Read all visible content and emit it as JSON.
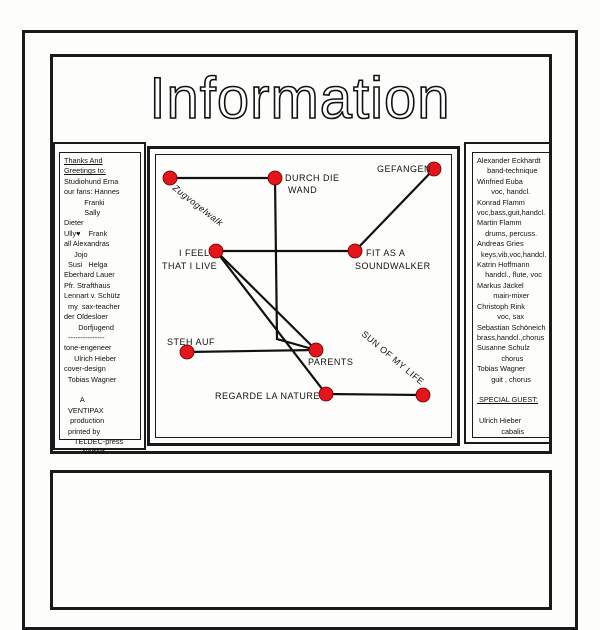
{
  "title": "Information",
  "left_panel": {
    "lines": [
      "Thanks And",
      "Greetings to:",
      "Studiohund Erna",
      "our fans: Hannes",
      "          Franki",
      "          Sally",
      "Dieter",
      "Ully♥    Frank",
      "all Alexandras",
      "     Jojo",
      "  Susi   Helga",
      "Eberhard Lauer",
      "Pfr. Strafthaus",
      "Lennart v. Schütz",
      "  my  sax-teacher",
      "der Oldesloer",
      "       Dorfjugend",
      "  ---------------",
      "tone-engeneer",
      "     Ulrich Hieber",
      "cover-design",
      "  Tobias Wagner",
      "",
      "        A",
      "  VENTIPAX",
      "   production",
      "  printed by",
      "     TELDEC-press",
      "         Nortorf"
    ]
  },
  "right_panel": {
    "lines": [
      "Alexander Eckhardt",
      "     band-technique",
      "Winfried Euba",
      "       voc, handcl.",
      "Konrad Flamm",
      "voc,bass,guit,handcl.",
      "Martin Flamm",
      "    drums, percuss.",
      "Andreas Gries",
      "  keys,vib,voc,handcl.",
      "Katrin Hoffmann",
      "    handcl., flute, voc",
      "Markus Jäckel",
      "        main-mixer",
      "Christoph Rink",
      "          voc, sax",
      "Sebastian Schöneich",
      "brass,handcl.,chorus",
      "Susanne Schulz",
      "            chorus",
      "Tobias Wagner",
      "       guit , chorus",
      "",
      " SPECIAL GUEST:",
      "",
      " Ulrich Hieber",
      "            cabalis"
    ]
  },
  "map": {
    "stations": [
      {
        "name": "Zugvogelwalk"
      },
      {
        "name": "DURCH DIE WAND",
        "l1": "DURCH DIE",
        "l2": "WAND"
      },
      {
        "name": "GEFANGEN"
      },
      {
        "name": "I FEEL THAT I LIVE",
        "l1": "I FEEL",
        "l2": "THAT I LIVE"
      },
      {
        "name": "FIT AS A SOUNDWALKER",
        "l1": "FIT AS A",
        "l2": "SOUNDWALKER"
      },
      {
        "name": "STEH AUF"
      },
      {
        "name": "PARENTS"
      },
      {
        "name": "SUN OF MY LIFE"
      },
      {
        "name": "REGARDE LA NATURE"
      }
    ],
    "station_color": "#e4161b"
  }
}
